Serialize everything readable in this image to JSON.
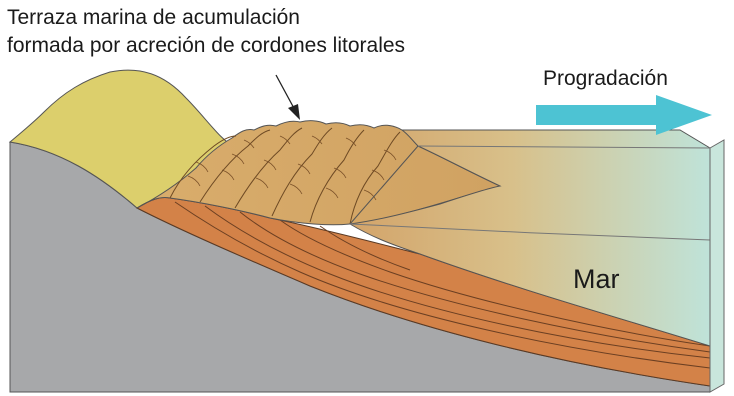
{
  "title": {
    "line1": "Terraza marina de acumulación",
    "line2": "formada por acreción de cordones litorales"
  },
  "progradation": {
    "label": "Progradación",
    "arrow_color": "#4dc3d3"
  },
  "sea": {
    "label": "Mar",
    "color": "#bfe3d9"
  },
  "colors": {
    "bedrock": "#a7a8aa",
    "old_terrace": "#dccf6c",
    "beach_ridges": "#d6a968",
    "sediment_layers": "#d38248"
  },
  "icons": [
    "pointer-arrow-icon",
    "progradation-arrow-icon"
  ]
}
